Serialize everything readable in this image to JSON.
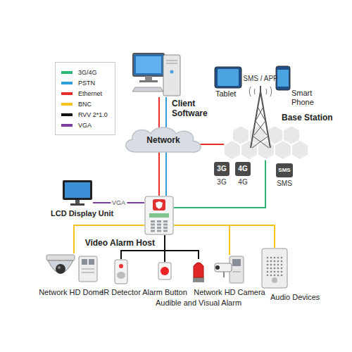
{
  "diagram": {
    "nodes": [
      {
        "text": [
          "Client Software"
        ]
      },
      {
        "text": [
          "Network"
        ]
      },
      {
        "text": [
          "Base Station"
        ]
      },
      {
        "text": [
          "LCD Display Unit"
        ]
      },
      {
        "text": [
          "Video Alarm Host"
        ]
      },
      {
        "text": [
          "Network HD Dome"
        ]
      },
      {
        "text": [
          "IR Detector"
        ]
      },
      {
        "text": [
          "Alarm Button"
        ]
      },
      {
        "text": [
          "Audible and Visual Alarm"
        ]
      },
      {
        "text": [
          "Network HD Camera"
        ]
      },
      {
        "text": [
          "Audio Devices"
        ]
      }
    ],
    "edges": [
      {
        "from": 0,
        "to": 1,
        "arrow": "none"
      },
      {
        "from": 0,
        "to": 1,
        "arrow": "none"
      },
      {
        "from": 1,
        "to": 4,
        "arrow": "none"
      },
      {
        "from": 1,
        "to": 4,
        "arrow": "none"
      },
      {
        "from": 1,
        "to": 2,
        "arrow": "none"
      },
      {
        "from": 2,
        "to": 4,
        "arrow": "none"
      },
      {
        "from": 3,
        "to": 4,
        "label": "VGA",
        "arrow": "none"
      },
      {
        "from": 4,
        "to": 5,
        "arrow": "none"
      },
      {
        "from": 4,
        "to": 6,
        "arrow": "none"
      },
      {
        "from": 4,
        "to": 7,
        "arrow": "none"
      },
      {
        "from": 4,
        "to": 8,
        "arrow": "none"
      },
      {
        "from": 4,
        "to": 9,
        "arrow": "none"
      },
      {
        "from": 4,
        "to": 10,
        "arrow": "none"
      }
    ],
    "labels": [
      "Tablet",
      "Smart Phone",
      "SMS / APP",
      "3G",
      "4G",
      "SMS",
      "3G",
      "4G",
      "SMS"
    ],
    "legend": [
      {
        "text": "3G/4G",
        "color": "#2bb673"
      },
      {
        "text": "PSTN",
        "color": "#2e9fd8"
      },
      {
        "text": "Ethernet",
        "color": "#e8302a"
      },
      {
        "text": "BNC",
        "color": "#f6c31c"
      },
      {
        "text": "RVV 2*1.0",
        "color": "#111111"
      },
      {
        "text": "VGA",
        "color": "#7b3fa0"
      }
    ]
  }
}
